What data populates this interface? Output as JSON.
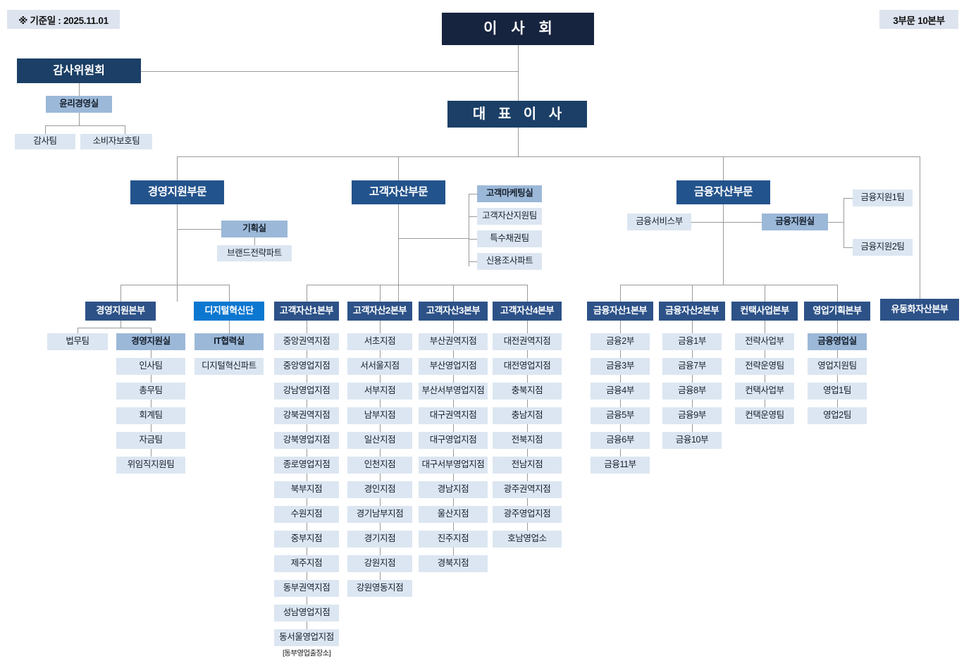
{
  "meta": {
    "date_chip": "※ 기준일 : 2025.11.01",
    "scope_badge": "3부문 10본부"
  },
  "colors": {
    "board": "#16243f",
    "ceo": "#1b3f66",
    "division": "#23538c",
    "headquarters": "#2d5288",
    "bright": "#0c77d0",
    "mid_blue": "#9cb8d8",
    "light_blue": "#dce6f2",
    "line": "#9a9a9a"
  },
  "top": {
    "board": "이 사 회",
    "ceo": "대 표 이 사",
    "audit_committee": "감사위원회",
    "ethics_office": "윤리경영실",
    "audit_team": "감사팀",
    "consumer_protection_team": "소비자보호팀"
  },
  "divisions": {
    "mgmt_support": "경영지원부문",
    "customer_asset": "고객자산부문",
    "financial_asset": "금융자산부문"
  },
  "mgmt_support": {
    "planning_office": "기획실",
    "brand_strategy_part": "브랜드전략파트",
    "hq": "경영지원본부",
    "legal_team": "법무팀",
    "mgmt_support_office": "경영지원실",
    "office_teams": [
      "인사팀",
      "총무팀",
      "회계팀",
      "자금팀",
      "위임직지원팀"
    ],
    "digital_innovation": "디지털혁신단",
    "it_cooperation_office": "IT협력실",
    "digital_innovation_part": "디지털혁신파트"
  },
  "customer_asset_staff": [
    "고객마케팅실",
    "고객자산지원팀",
    "특수채권팀",
    "신용조사파트"
  ],
  "customer_asset_hqs": [
    {
      "name": "고객자산1본부",
      "branches": [
        "중앙권역지점",
        "중앙영업지점",
        "강남영업지점",
        "강북권역지점",
        "강북영업지점",
        "종로영업지점",
        "북부지점",
        "수원지점",
        "중부지점",
        "제주지점",
        "동부권역지점",
        "성남영업지점",
        "동서울영업지점"
      ],
      "footnote": "[동부영업출장소]"
    },
    {
      "name": "고객자산2본부",
      "branches": [
        "서초지점",
        "서서울지점",
        "서부지점",
        "남부지점",
        "일산지점",
        "인천지점",
        "경인지점",
        "경기남부지점",
        "경기지점",
        "강원지점",
        "강원영동지점"
      ],
      "footnote": ""
    },
    {
      "name": "고객자산3본부",
      "branches": [
        "부산권역지점",
        "부산영업지점",
        "부산서부영업지점",
        "대구권역지점",
        "대구영업지점",
        "대구서부영업지점",
        "경남지점",
        "울산지점",
        "진주지점",
        "경북지점"
      ],
      "footnote": ""
    },
    {
      "name": "고객자산4본부",
      "branches": [
        "대전권역지점",
        "대전영업지점",
        "충북지점",
        "충남지점",
        "전북지점",
        "전남지점",
        "광주권역지점",
        "광주영업지점",
        "호남영업소"
      ],
      "footnote": ""
    }
  ],
  "financial_asset_staff": {
    "finance_service_dept": "금융서비스부",
    "finance_support_office": "금융지원실",
    "support_team_1": "금융지원1팀",
    "support_team_2": "금융지원2팀"
  },
  "financial_asset_hqs": [
    {
      "name": "금융자산1본부",
      "units": [
        "금융2부",
        "금융3부",
        "금융4부",
        "금융5부",
        "금융6부",
        "금융11부"
      ]
    },
    {
      "name": "금융자산2본부",
      "units": [
        "금융1부",
        "금융7부",
        "금융8부",
        "금융9부",
        "금융10부"
      ]
    },
    {
      "name": "컨택사업본부",
      "units": [
        "전략사업부",
        "전략운영팀",
        "컨택사업부",
        "컨택운영팀"
      ]
    },
    {
      "name": "영업기획본부",
      "units": [
        "금융영업실",
        "영업지원팀",
        "영업1팀",
        "영업2팀"
      ]
    }
  ],
  "securitization_hq": "유동화자산본부"
}
